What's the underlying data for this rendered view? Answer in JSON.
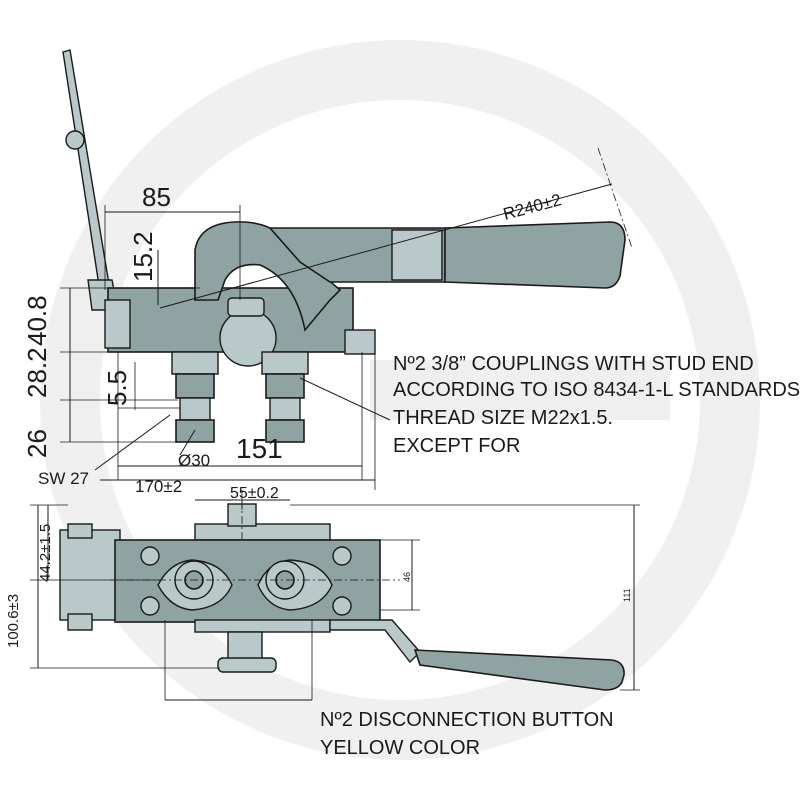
{
  "dimensions": {
    "top_width": "85",
    "top_height": "15.2",
    "height_a": "40.8",
    "height_b": "28.2",
    "height_c": "26",
    "height_d": "5.5",
    "radius": "R240±2",
    "diameter": "Ø30",
    "length_151": "151",
    "spanner": "SW 27",
    "overall_length": "170±2",
    "pitch": "55±0.2",
    "side_44": "44.2±1.5",
    "side_100": "100.6±3",
    "side_46": "46",
    "side_111": "111"
  },
  "notes": {
    "couplings_line1": "Nº2 3/8” COUPLINGS WITH STUD END",
    "couplings_line2": "ACCORDING TO ISO 8434-1-L STANDARDS.",
    "couplings_line3": "THREAD SIZE M22x1.5.",
    "couplings_line4": "EXCEPT FOR",
    "button_line1": "Nº2 DISCONNECTION BUTTON",
    "button_line2": "YELLOW COLOR"
  },
  "colors": {
    "steel": "#8fa3a3",
    "steel_light": "#b9c8c8",
    "line": "#1a1a1a"
  }
}
